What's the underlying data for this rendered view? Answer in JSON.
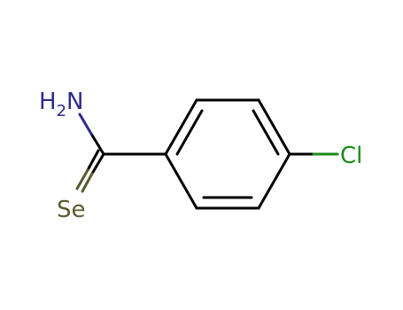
{
  "molecule": {
    "atoms": {
      "amine": {
        "label": "H",
        "subscript": "2",
        "suffix": "N",
        "color": "#2e2a8c"
      },
      "selenium": {
        "label": "Se",
        "color": "#5a5a2e"
      },
      "chlorine": {
        "label": "Cl",
        "color": "#1a8c1a"
      }
    },
    "bond_color": "#000000",
    "background": "#ffffff"
  }
}
